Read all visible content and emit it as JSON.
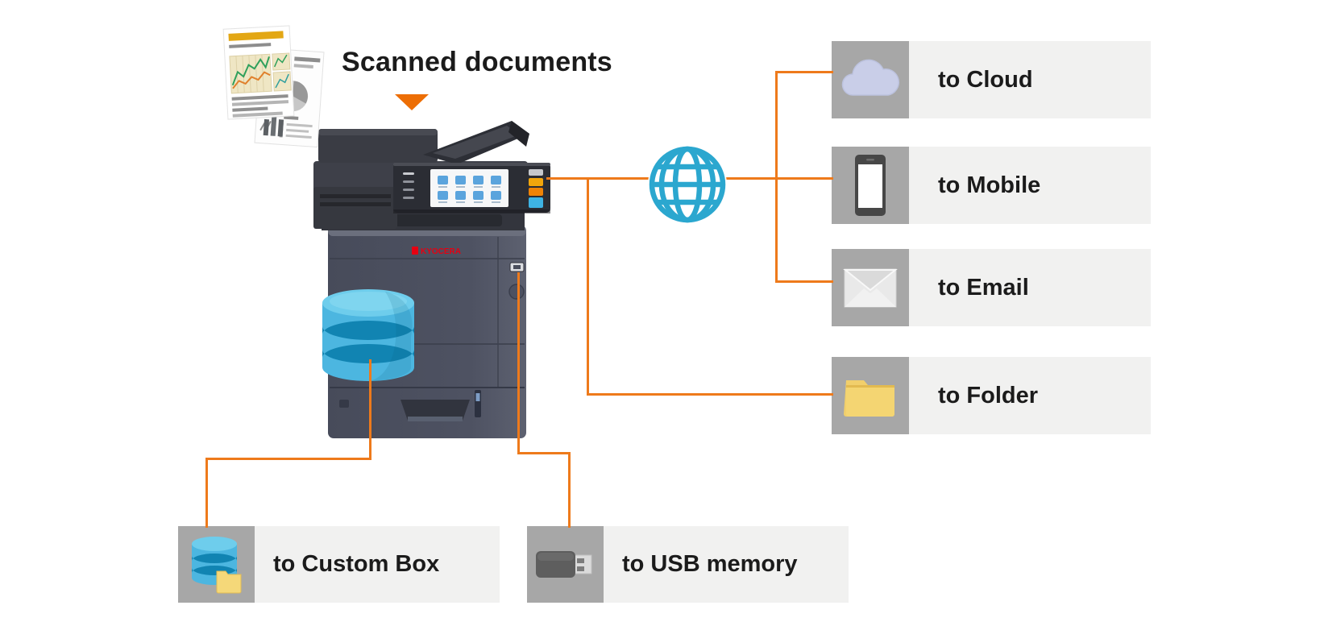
{
  "title": "Scanned documents",
  "printer": {
    "brand": "KYOCERA"
  },
  "source": {
    "icon": "scanned-documents-icon"
  },
  "network": {
    "icon": "globe-icon"
  },
  "destinations": [
    {
      "id": "cloud",
      "label": "to Cloud",
      "icon": "cloud-icon"
    },
    {
      "id": "mobile",
      "label": "to Mobile",
      "icon": "smartphone-icon"
    },
    {
      "id": "email",
      "label": "to Email",
      "icon": "envelope-icon"
    },
    {
      "id": "folder",
      "label": "to Folder",
      "icon": "folder-icon"
    },
    {
      "id": "custom-box",
      "label": "to Custom Box",
      "icon": "database-folder-icon"
    },
    {
      "id": "usb-memory",
      "label": "to USB memory",
      "icon": "usb-stick-icon"
    }
  ],
  "connections": [
    {
      "from": "printer",
      "via": "network-globe",
      "to": [
        "cloud",
        "mobile",
        "email",
        "folder"
      ]
    },
    {
      "from": "printer-database",
      "to": "custom-box"
    },
    {
      "from": "printer-usb-port",
      "to": "usb-memory"
    }
  ],
  "colors": {
    "line_orange": "#ee7a1b",
    "arrow_orange": "#ed6e05",
    "label_bg": "#f1f1f0",
    "icon_cell_bg": "#a7a7a7",
    "globe_cyan": "#2ba7cf",
    "database_blue": "#4cb6e0",
    "text": "#1b1b1b",
    "brand_red": "#e60012"
  }
}
